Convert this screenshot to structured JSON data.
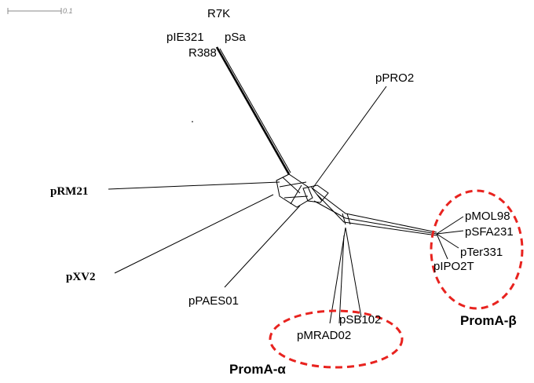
{
  "scale_bar": {
    "label": "0.1"
  },
  "taxa": {
    "R7K": "R7K",
    "pIE321": "pIE321",
    "pSa": "pSa",
    "R388": "R388",
    "pPRO2": "pPRO2",
    "pRM21": "pRM21",
    "pXV2": "pXV2",
    "pPAES01": "pPAES01",
    "pSB102": "pSB102",
    "pMRAD02": "pMRAD02",
    "pMOL98": "pMOL98",
    "pSFA231": "pSFA231",
    "pTer331": "pTer331",
    "pIPO2T": "pIPO2T"
  },
  "groups": {
    "alpha": "PromA-α",
    "beta": "PromA-β"
  },
  "colors": {
    "highlight": "#e8231f",
    "lines": "#000000"
  }
}
